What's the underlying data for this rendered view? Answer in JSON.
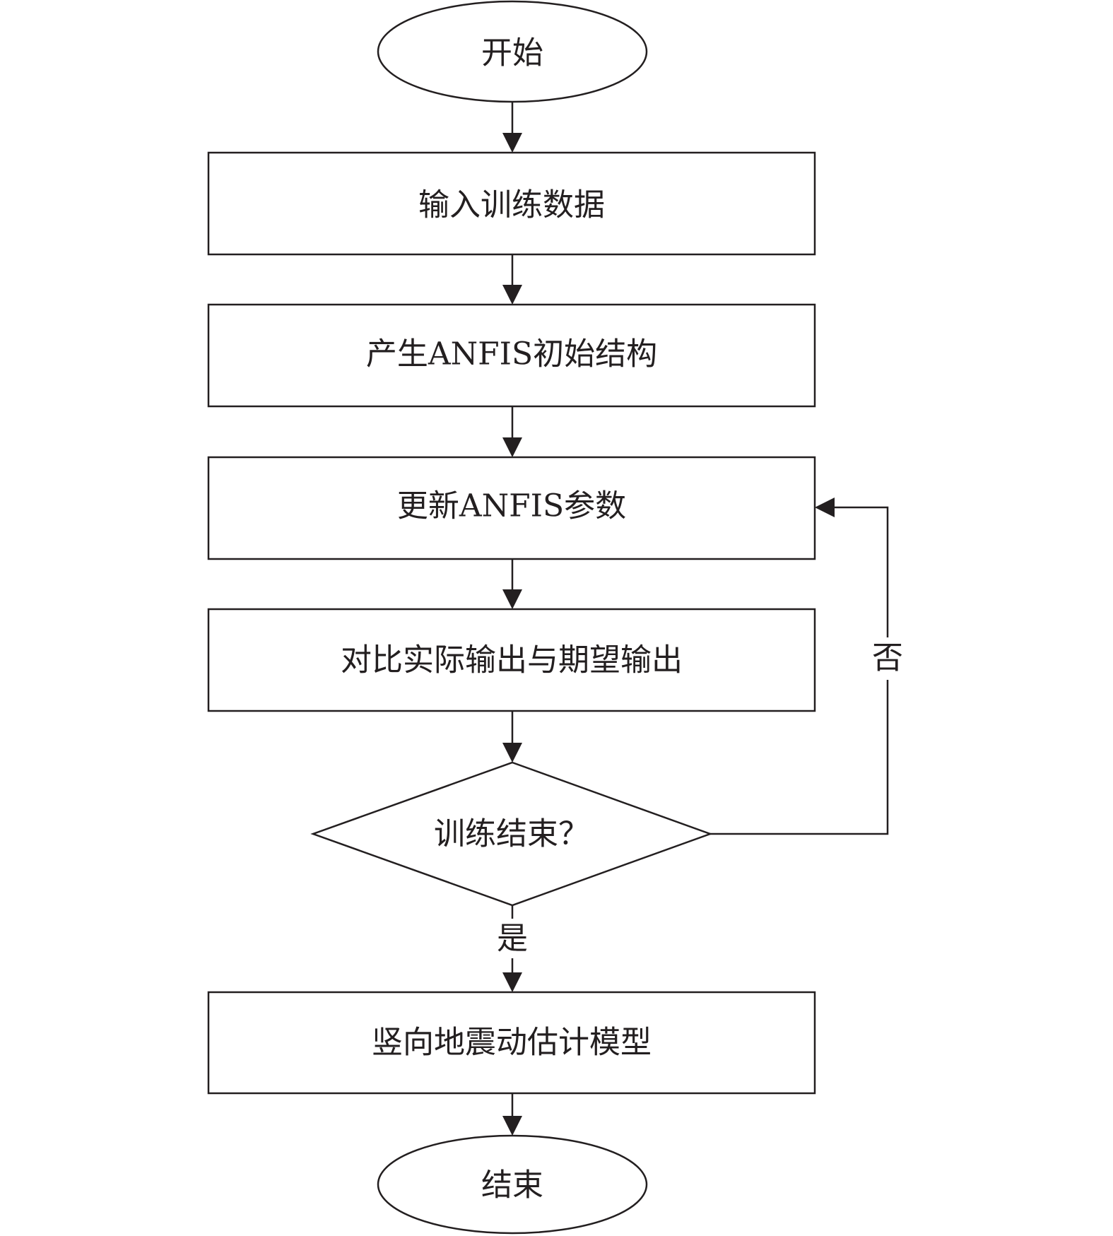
{
  "nodes": {
    "start": "开始",
    "input_data": "输入训练数据",
    "init_structure": "产生ANFIS初始结构",
    "update_params": "更新ANFIS参数",
    "compare_output": "对比实际输出与期望输出",
    "decision": "训练结束？",
    "model": "竖向地震动估计模型",
    "end": "结束"
  },
  "edge_labels": {
    "no": "否",
    "yes": "是"
  },
  "colors": {
    "stroke": "#231f20",
    "background": "#ffffff"
  }
}
